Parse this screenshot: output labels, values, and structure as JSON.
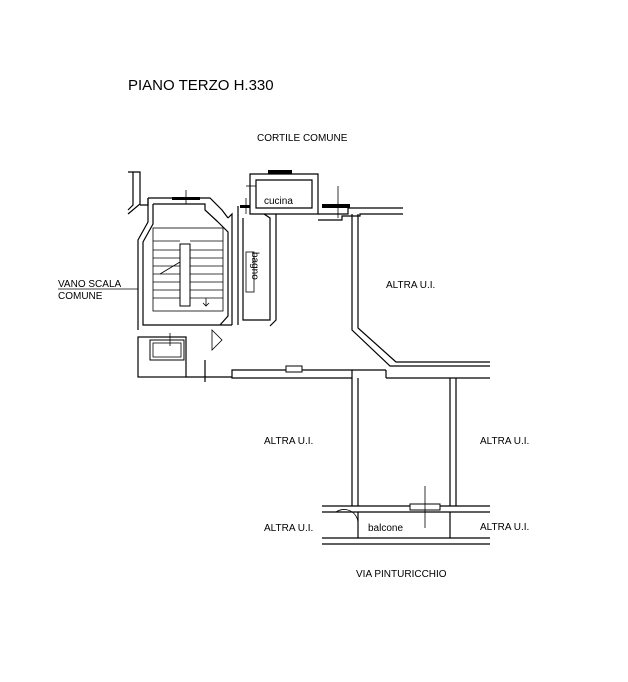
{
  "title": "PIANO TERZO H.330",
  "labels": {
    "cortile": "CORTILE COMUNE",
    "cucina": "cucina",
    "bagno": "bagno",
    "vano_scala_line1": "VANO SCALA",
    "vano_scala_line2": "COMUNE",
    "altra_right_top": "ALTRA U.I.",
    "altra_mid_left": "ALTRA U.I.",
    "altra_mid_right": "ALTRA U.I.",
    "altra_bottom_left": "ALTRA U.I.",
    "altra_bottom_right": "ALTRA U.I.",
    "balcone": "balcone",
    "via": "VIA PINTURICCHIO"
  },
  "colors": {
    "line": "#000000",
    "background": "#ffffff"
  }
}
